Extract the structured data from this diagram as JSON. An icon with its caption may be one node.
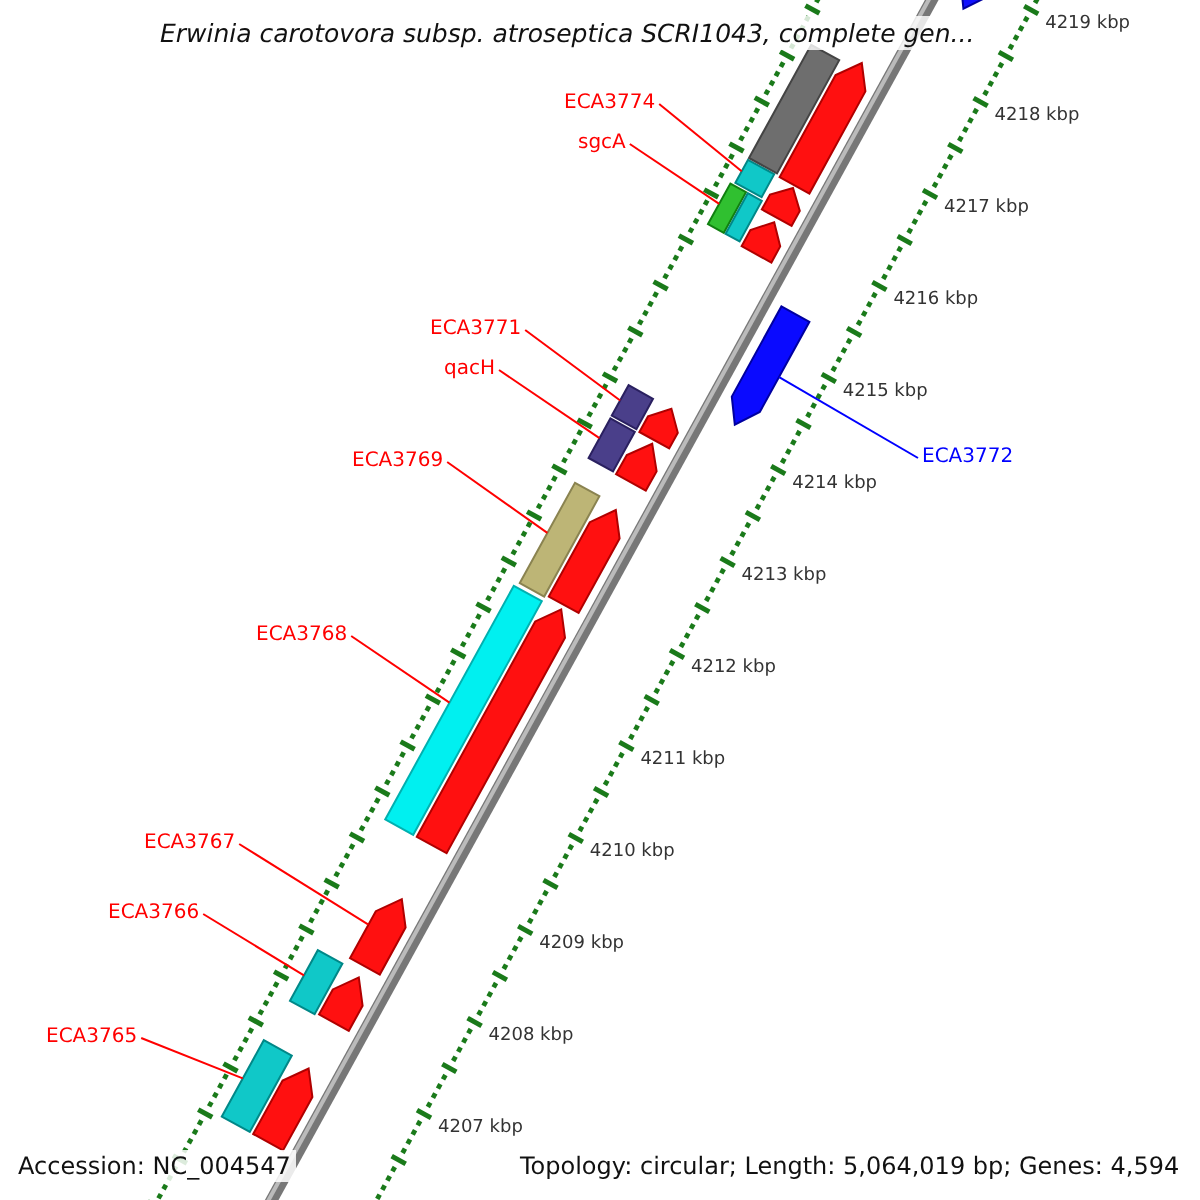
{
  "diagram": {
    "title": "Erwinia carotovora subsp. atroseptica SCRI1043, complete gen...",
    "nodes": [
      {
        "text": [
          "ECA3774"
        ]
      },
      {
        "text": [],
        "shape": "bar"
      },
      {
        "text": [
          "sgcA"
        ]
      },
      {
        "text": [],
        "shape": "bar"
      },
      {
        "text": [
          "ECA3771"
        ]
      },
      {
        "text": [],
        "shape": "bar"
      },
      {
        "text": [
          "qacH"
        ]
      },
      {
        "text": [],
        "shape": "bar"
      },
      {
        "text": [
          "ECA3772"
        ]
      },
      {
        "text": [],
        "shape": "bar"
      },
      {
        "text": [
          "ECA3769"
        ]
      },
      {
        "text": [],
        "shape": "bar"
      },
      {
        "text": [
          "ECA3768"
        ]
      },
      {
        "text": [],
        "shape": "bar"
      },
      {
        "text": [
          "ECA3767"
        ]
      },
      {
        "text": [],
        "shape": "bar"
      },
      {
        "text": [
          "ECA3766"
        ]
      },
      {
        "text": [],
        "shape": "bar"
      },
      {
        "text": [
          "ECA3765"
        ]
      },
      {
        "text": [],
        "shape": "bar"
      },
      {
        "text": [],
        "shape": "bar"
      },
      {
        "text": [],
        "shape": "bar"
      },
      {
        "text": [],
        "shape": "bar"
      },
      {
        "text": [],
        "shape": "bar"
      },
      {
        "text": [],
        "shape": "bar"
      },
      {
        "text": [],
        "shape": "bar"
      },
      {
        "text": [],
        "shape": "bar"
      },
      {
        "text": [],
        "shape": "bar"
      },
      {
        "text": [],
        "shape": "bar"
      },
      {
        "text": [],
        "shape": "bar"
      },
      {
        "text": [],
        "shape": "bar"
      },
      {
        "text": [],
        "shape": "bar"
      }
    ],
    "edges": [
      {
        "from": 0,
        "to": 1,
        "arrow": "none"
      },
      {
        "from": 2,
        "to": 3,
        "arrow": "none"
      },
      {
        "from": 4,
        "to": 5,
        "arrow": "none"
      },
      {
        "from": 6,
        "to": 7,
        "arrow": "none"
      },
      {
        "from": 8,
        "to": 9,
        "arrow": "none",
        "color": "#0000ff"
      },
      {
        "from": 10,
        "to": 11,
        "arrow": "none"
      },
      {
        "from": 12,
        "to": 13,
        "arrow": "none"
      },
      {
        "from": 14,
        "to": 15,
        "arrow": "none"
      },
      {
        "from": 16,
        "to": 17,
        "arrow": "none"
      },
      {
        "from": 18,
        "to": 19,
        "arrow": "none"
      }
    ],
    "labels": [
      "4219 kbp",
      "4218 kbp",
      "4217 kbp",
      "4216 kbp",
      "4215 kbp",
      "4214 kbp",
      "4213 kbp",
      "4212 kbp",
      "4211 kbp",
      "4210 kbp",
      "4209 kbp",
      "4208 kbp",
      "4207 kbp",
      "Accession: NC_004547",
      "Topology: circular; Length: 5,064,019 bp; Genes: 4,594"
    ]
  }
}
